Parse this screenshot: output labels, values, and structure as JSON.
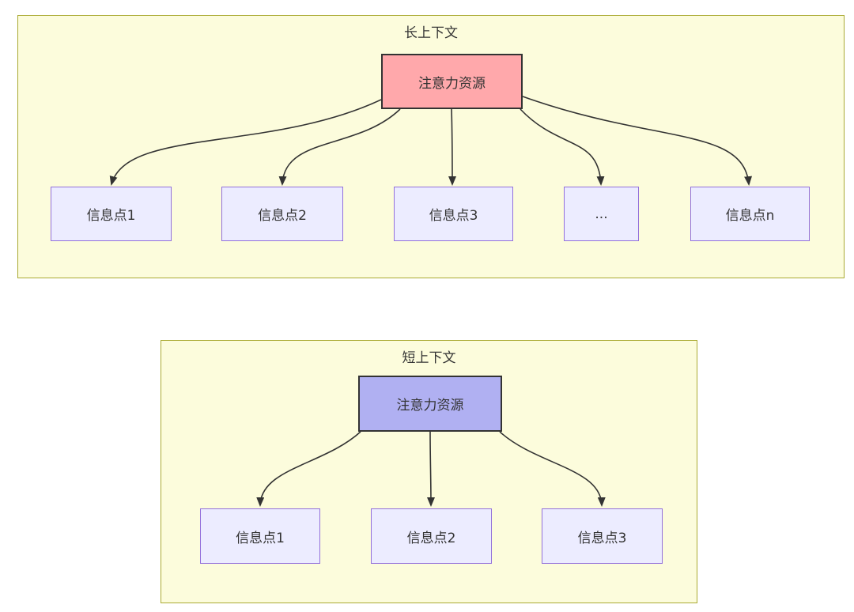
{
  "diagram": {
    "sections": [
      {
        "title": "长上下文",
        "attention_label": "注意力资源",
        "nodes": [
          "信息点1",
          "信息点2",
          "信息点3",
          "...",
          "信息点n"
        ]
      },
      {
        "title": "短上下文",
        "attention_label": "注意力资源",
        "nodes": [
          "信息点1",
          "信息点2",
          "信息点3"
        ]
      }
    ],
    "colors": {
      "section_fill": "#fcfcdc",
      "section_border": "#aaaa33",
      "attention_fill_long": "#ffa8ab",
      "attention_fill_short": "#b0b0f2",
      "node_fill": "#ececff",
      "node_border": "#9370db",
      "edge": "#333333",
      "text": "#333333"
    }
  }
}
